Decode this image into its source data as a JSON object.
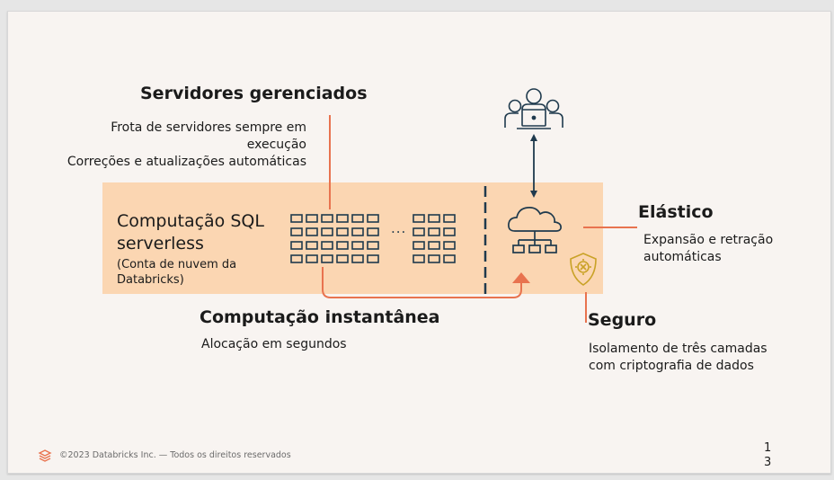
{
  "managed_servers": {
    "title": "Servidores gerenciados",
    "line1": "Frota de servidores sempre em",
    "line2": "execução",
    "line3": "Correções e atualizações automáticas"
  },
  "serverless": {
    "title_line1": "Computação SQL",
    "title_line2": "serverless",
    "sub_line1": "(Conta de nuvem da",
    "sub_line2": "Databricks)",
    "ellipsis": "..."
  },
  "elastic": {
    "title": "Elástico",
    "line1": "Expansão e retração",
    "line2": "automáticas"
  },
  "instant": {
    "title": "Computação instantânea",
    "line1": "Alocação em segundos"
  },
  "secure": {
    "title": "Seguro",
    "line1": "Isolamento de três camadas",
    "line2": "com criptografia de dados"
  },
  "footer": {
    "copyright": "©2023 Databricks Inc. — Todos os direitos reservados",
    "page_line1": "1",
    "page_line2": "3"
  },
  "colors": {
    "band": "#fbd6b2",
    "accent_orange": "#e8734f",
    "icon_navy": "#1f3a4d",
    "shield_gold": "#c9a227"
  },
  "icons": [
    "users-laptop-icon",
    "cloud-network-icon",
    "shield-icon",
    "databricks-logo-icon",
    "server-grid-icon"
  ]
}
